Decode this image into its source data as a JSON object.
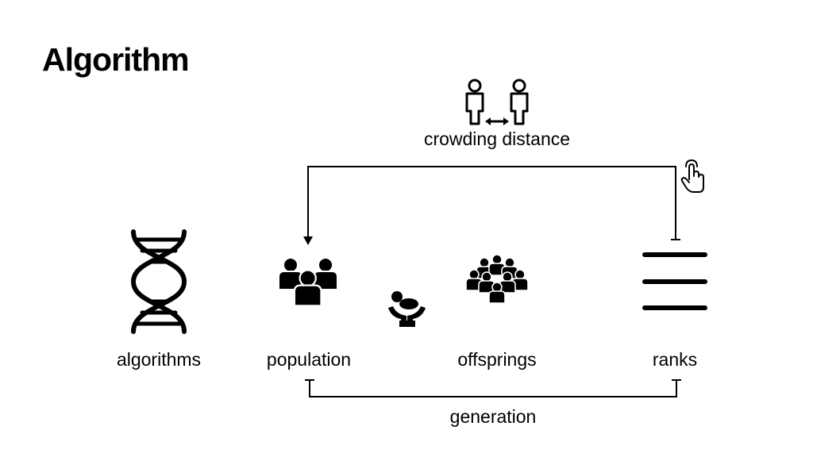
{
  "slide": {
    "title": "Algorithm"
  },
  "diagram": {
    "nodes": [
      {
        "id": "algorithms",
        "label": "algorithms",
        "icon": "dna-icon"
      },
      {
        "id": "population",
        "label": "population",
        "icon": "people-group-icon"
      },
      {
        "id": "offsprings",
        "label": "offsprings",
        "icon": "crowd-icon"
      },
      {
        "id": "ranks",
        "label": "ranks",
        "icon": "three-lines-icon"
      }
    ],
    "crowding": {
      "label": "crowding distance",
      "icon": "two-persons-distance-icon"
    },
    "generation": {
      "label": "generation"
    },
    "extra_icons": [
      "baby-in-hands-icon",
      "pointing-hand-icon"
    ]
  }
}
